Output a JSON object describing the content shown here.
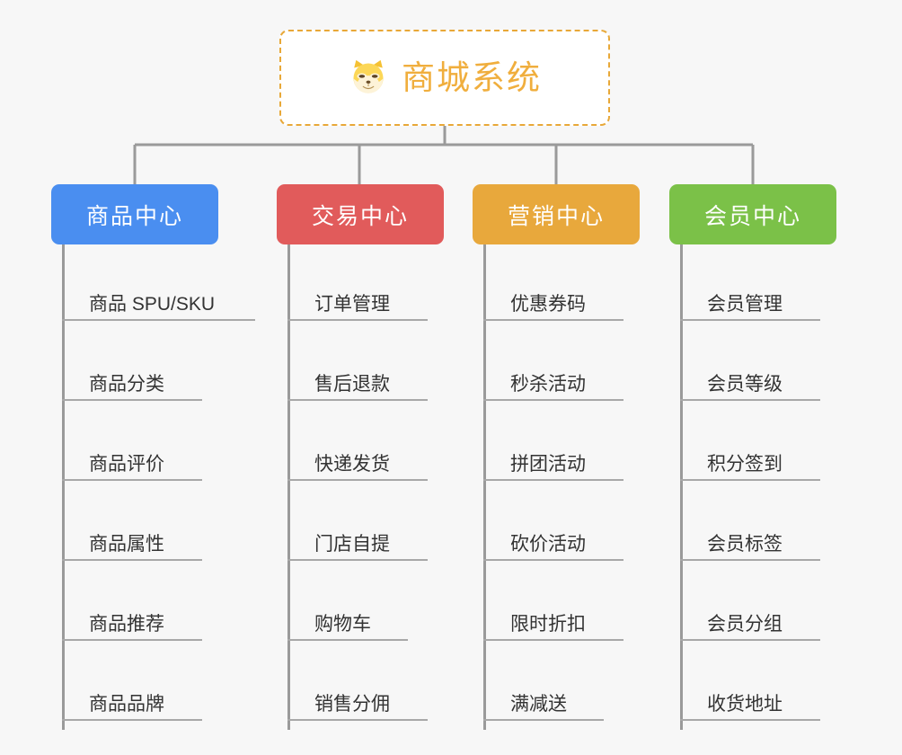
{
  "diagram": {
    "type": "mind-map",
    "background_color": "#f7f7f7",
    "root": {
      "title": "商城系统",
      "icon": "shiba-dog-face-emoji",
      "text_color": "#f0ae3d",
      "border_color": "#e8a838",
      "background_color": "#ffffff"
    },
    "connector_color": "#9a9a9a",
    "leaf_text_color": "#333333",
    "leaf_underline_color": "#a8a8a8",
    "branches": [
      {
        "label": "商品中心",
        "color": "#4a8ef0",
        "items": [
          "商品 SPU/SKU",
          "商品分类",
          "商品评价",
          "商品属性",
          "商品推荐",
          "商品品牌"
        ]
      },
      {
        "label": "交易中心",
        "color": "#e15b5b",
        "items": [
          "订单管理",
          "售后退款",
          "快递发货",
          "门店自提",
          "购物车",
          "销售分佣"
        ]
      },
      {
        "label": "营销中心",
        "color": "#e8a83c",
        "items": [
          "优惠券码",
          "秒杀活动",
          "拼团活动",
          "砍价活动",
          "限时折扣",
          "满减送"
        ]
      },
      {
        "label": "会员中心",
        "color": "#7bc148",
        "items": [
          "会员管理",
          "会员等级",
          "积分签到",
          "会员标签",
          "会员分组",
          "收货地址"
        ]
      }
    ]
  }
}
